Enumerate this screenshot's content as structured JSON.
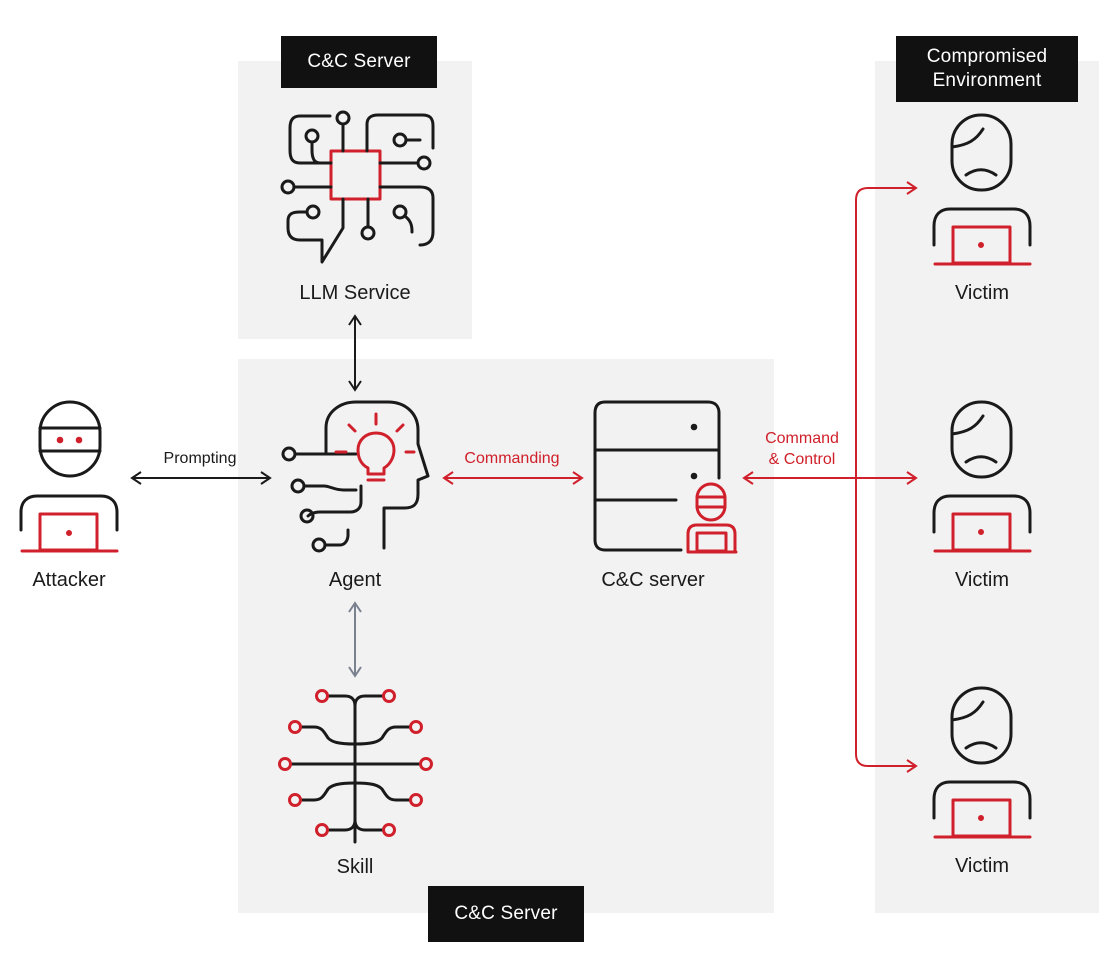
{
  "groups": {
    "llm_panel_tag": "C&C Server",
    "main_panel_tag": "C&C Server",
    "compromised_tag": "Compromised Environment"
  },
  "nodes": {
    "llm_service": "LLM Service",
    "attacker": "Attacker",
    "agent": "Agent",
    "cc_server": "C&C server",
    "skill": "Skill",
    "victim_1": "Victim",
    "victim_2": "Victim",
    "victim_3": "Victim"
  },
  "edges": {
    "prompting": "Prompting",
    "commanding": "Commanding",
    "command_control_line1": "Command",
    "command_control_line2": "& Control"
  },
  "colors": {
    "accent_red": "#d0202b",
    "ink": "#1a1a1a",
    "panel_gray": "#f2f2f2",
    "arrow_gray": "#7a8290"
  },
  "icons": {
    "llm": "chip-circuit-speech-bubble-icon",
    "attacker": "masked-hacker-laptop-icon",
    "agent": "head-lightbulb-circuit-icon",
    "server": "server-rack-with-hacker-icon",
    "skill": "circuit-tree-icon",
    "victim": "sad-user-laptop-icon"
  }
}
